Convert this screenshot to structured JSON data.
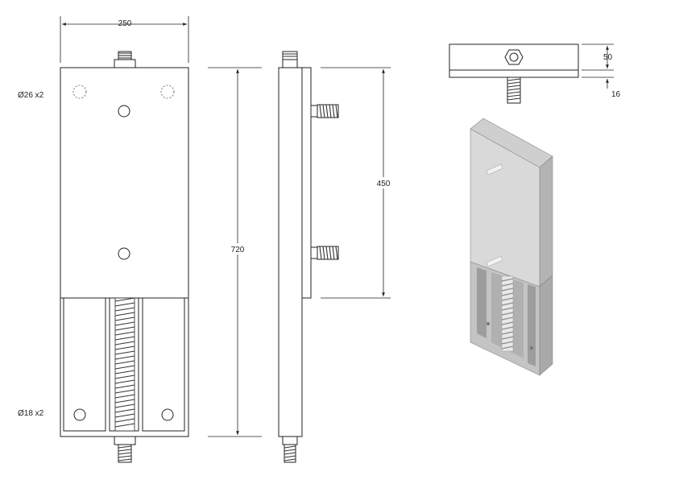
{
  "dimensions": {
    "width": "250",
    "height": "720",
    "bolt_spacing": "450",
    "plate_thickness": "50",
    "offset": "16"
  },
  "holes": {
    "top_holes": "Ø26 x2",
    "bottom_holes": "Ø18 x2"
  },
  "colors": {
    "line": "#222222",
    "iso_face": "#d9d9d9",
    "iso_side": "#b3b3b3",
    "iso_top": "#cfcfcf",
    "thread": "#444444"
  }
}
